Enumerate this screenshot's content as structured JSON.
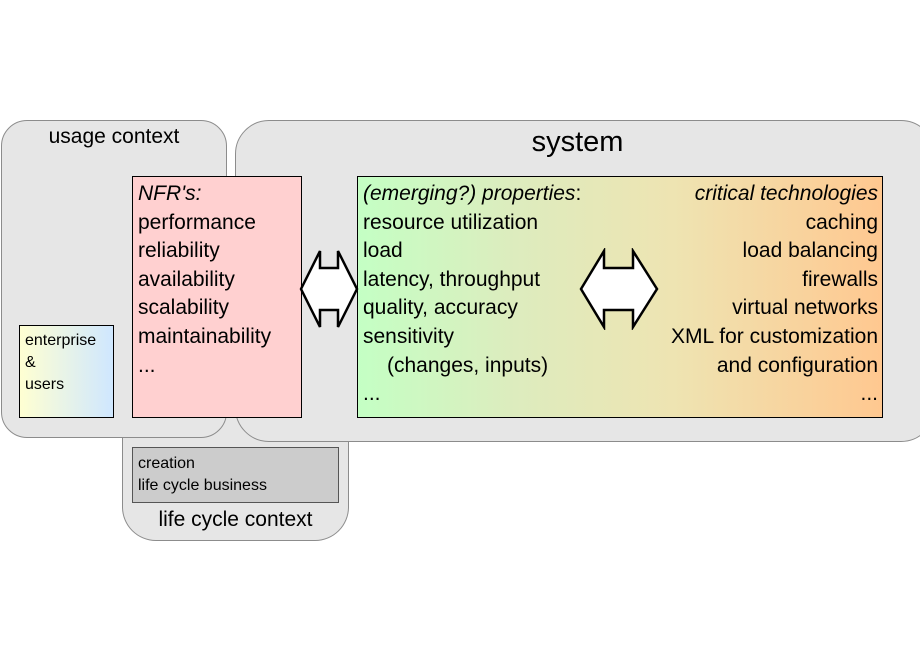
{
  "usage_context": {
    "title": "usage context",
    "enterprise_lines": [
      "enterprise",
      "&",
      "users"
    ]
  },
  "nfr": {
    "header": "NFR's:",
    "items": [
      "performance",
      "reliability",
      "availability",
      "scalability",
      "maintainability",
      "..."
    ]
  },
  "system": {
    "title": "system",
    "properties": {
      "header": "(emerging?) properties",
      "header_suffix": ":",
      "items": [
        "resource utilization",
        "load",
        "latency, throughput",
        "quality, accuracy",
        "sensitivity",
        "(changes, inputs)",
        "..."
      ]
    },
    "technologies": {
      "header": "critical technologies",
      "items": [
        "caching",
        "load balancing",
        "firewalls",
        "virtual networks",
        "XML for customization",
        "and configuration",
        "..."
      ]
    }
  },
  "life_cycle_context": {
    "title": "life cycle context",
    "lines": [
      "creation",
      "life cycle business"
    ]
  },
  "colors": {
    "context_fill": "#e6e6e6",
    "nfr_fill": "#ffd0d0",
    "lifecycle_inner_fill": "#cccccc",
    "properties_gradient": [
      "#c4ffc4",
      "#ffc890"
    ],
    "enterprise_gradient": [
      "#ffffd2",
      "#cfe7ff"
    ]
  }
}
